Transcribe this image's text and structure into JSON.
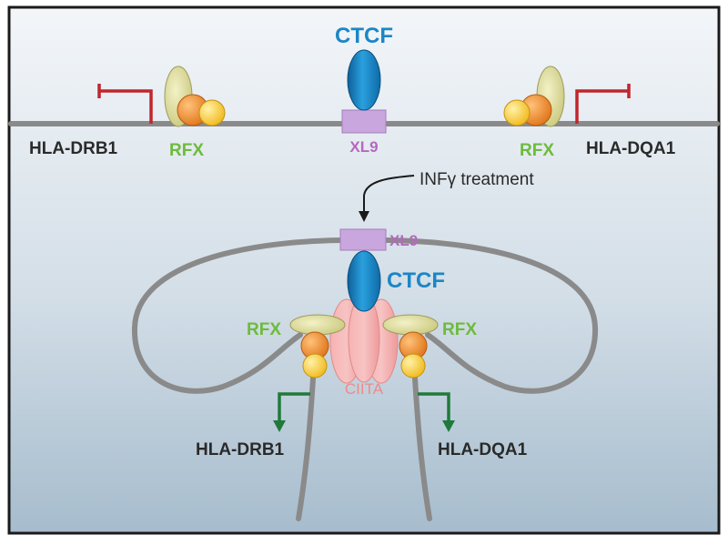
{
  "top": {
    "left_gene": "HLA-DRB1",
    "right_gene": "HLA-DQA1",
    "left_rfx": "RFX",
    "right_rfx": "RFX",
    "ctcf": "CTCF",
    "xl9": "XL9"
  },
  "transition": {
    "label": "INFγ treatment"
  },
  "bottom": {
    "xl9": "XL9",
    "ctcf": "CTCF",
    "left_rfx": "RFX",
    "right_rfx": "RFX",
    "ciita": "CIITA",
    "left_gene": "HLA-DRB1",
    "right_gene": "HLA-DQA1"
  },
  "colors": {
    "background_top": "#f2f5f8",
    "background_bottom": "#a9bfd0",
    "chromatin": "#8a8a8a",
    "ctcf": "#1b86c6",
    "xl9": "#c9a6dd",
    "rfx_body": "#dcdb9a",
    "rfx_orange": "#f08a2a",
    "rfx_yellow": "#f6c52f",
    "repressed_promoter": "#c0262c",
    "active_promoter": "#1f7a3a",
    "ciita": "#f4a4a4"
  }
}
